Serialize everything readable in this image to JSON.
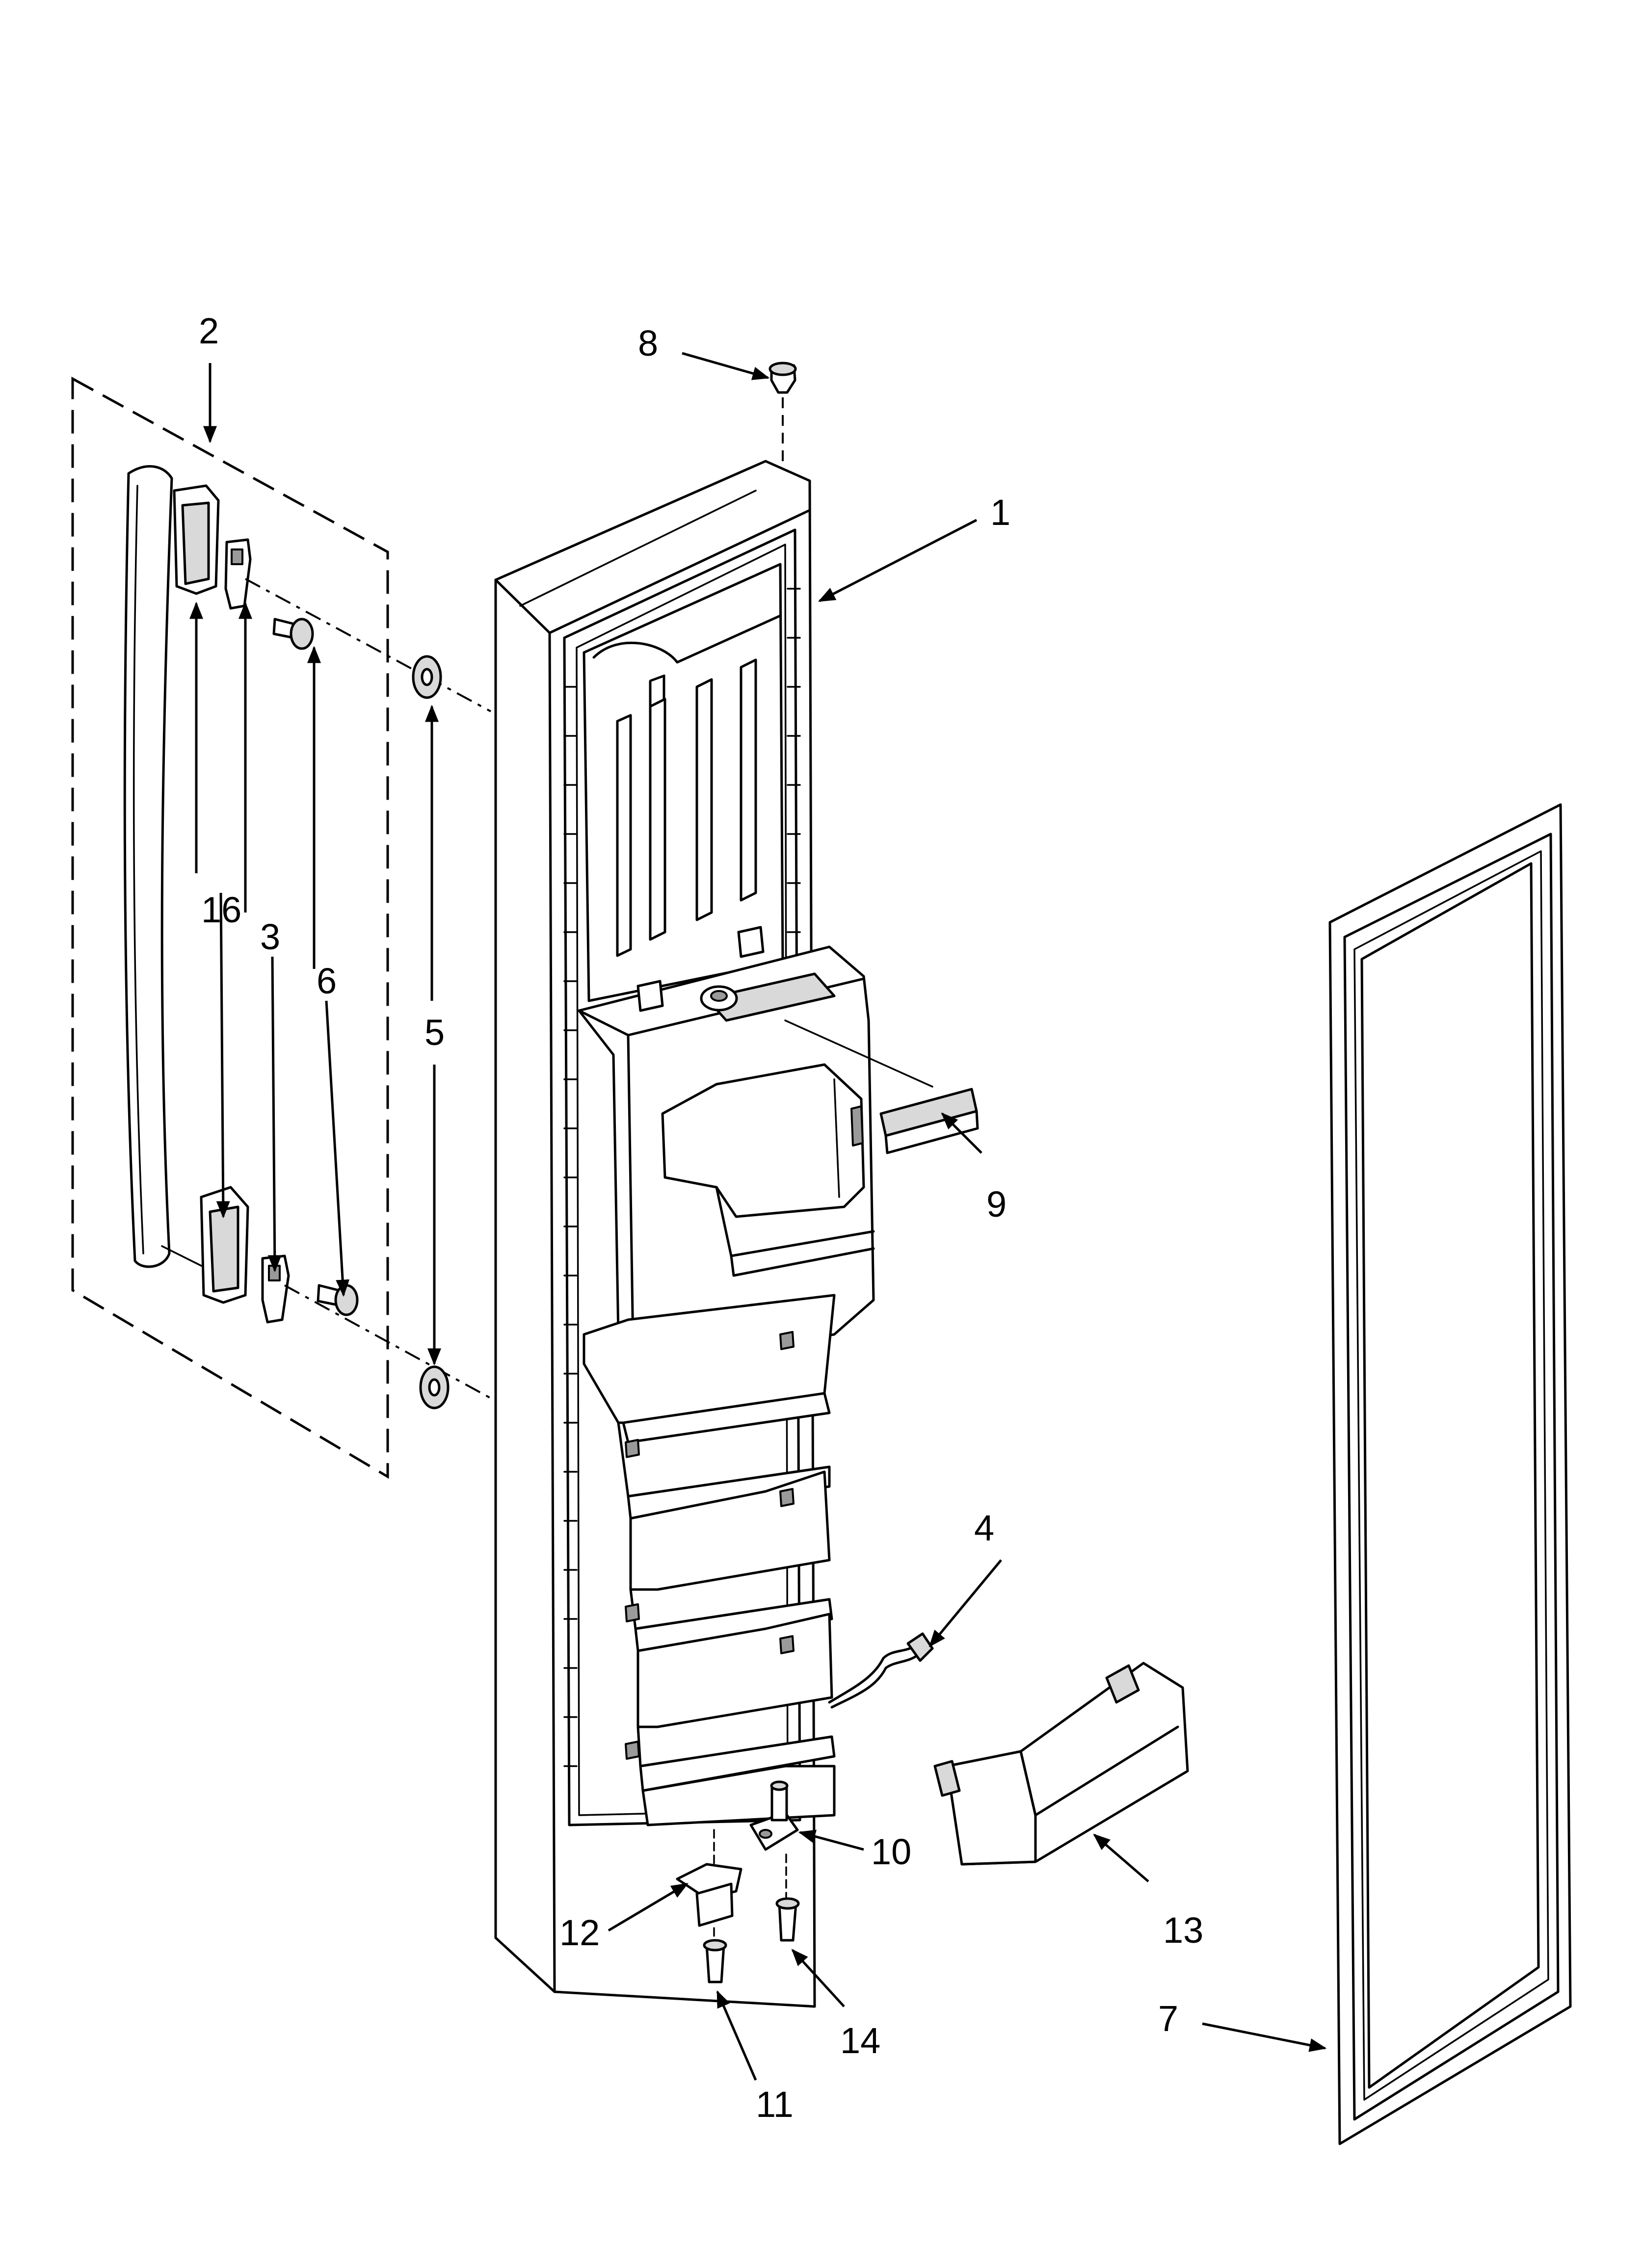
{
  "diagram": {
    "callouts": [
      {
        "id": "1",
        "label": "1"
      },
      {
        "id": "2",
        "label": "2"
      },
      {
        "id": "3",
        "label": "3"
      },
      {
        "id": "4",
        "label": "4"
      },
      {
        "id": "5",
        "label": "5"
      },
      {
        "id": "6",
        "label": "6"
      },
      {
        "id": "7",
        "label": "7"
      },
      {
        "id": "8",
        "label": "8"
      },
      {
        "id": "9",
        "label": "9"
      },
      {
        "id": "10",
        "label": "10"
      },
      {
        "id": "11",
        "label": "11"
      },
      {
        "id": "12",
        "label": "12"
      },
      {
        "id": "13",
        "label": "13"
      },
      {
        "id": "14",
        "label": "14"
      },
      {
        "id": "16",
        "label": "16"
      }
    ]
  }
}
